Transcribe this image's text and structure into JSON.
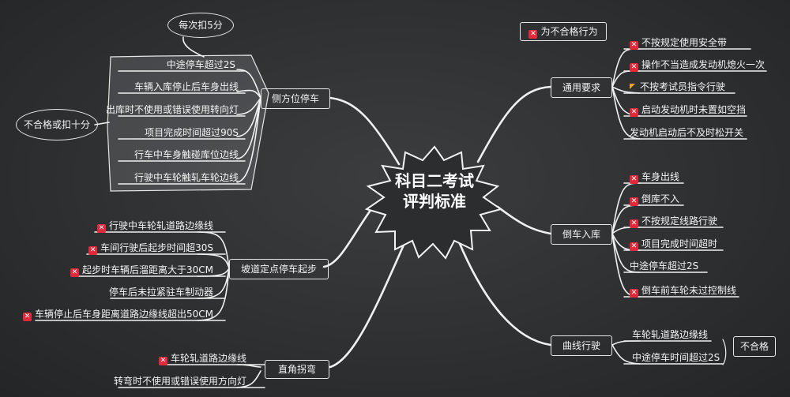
{
  "center": {
    "line1": "科目二考试",
    "line2": "评判标准"
  },
  "legend": {
    "label": "为不合格行为"
  },
  "left_top_group": {
    "title": "侧方位停车",
    "callout_top": "每次扣5分",
    "callout_left": "不合格或扣十分",
    "items": [
      "中途停车超过2S",
      "车辆入库停止后车身出线",
      "出库时不使用或错误使用转向灯",
      "项目完成时间超过90S",
      "行车中车身触碰库位边线",
      "行驶中车轮触轧车轮边线"
    ]
  },
  "left_mid_group": {
    "title": "坡道定点停车起步",
    "items": [
      "行驶中车轮轧道路边缘线",
      "车间行驶后起步时间超30S",
      "起步时车辆后溜距离大于30CM",
      "停车后未拉紧驻车制动器",
      "车辆停止后车身距离道路边缘线超出50CM"
    ]
  },
  "left_bot_group": {
    "title": "直角拐弯",
    "items": [
      "车轮轧道路边缘线",
      "转弯时不使用或错误使用方向灯"
    ]
  },
  "right_top_group": {
    "title": "通用要求",
    "items": [
      "不按规定使用安全带",
      "操作不当造成发动机熄火一次",
      "不按考试员指令行驶",
      "启动发动机时未置如空挡",
      "发动机启动后不及时松开关"
    ]
  },
  "right_mid_group": {
    "title": "倒车入库",
    "items": [
      "车身出线",
      "倒库不入",
      "不按规定线路行驶",
      "项目完成时间超时",
      "中途停车超过2S",
      "倒车前车轮未过控制线"
    ]
  },
  "right_bot_group": {
    "title": "曲线行驶",
    "callout": "不合格",
    "items": [
      "车轮轧道路边缘线",
      "中途停车时间超过2S"
    ]
  }
}
